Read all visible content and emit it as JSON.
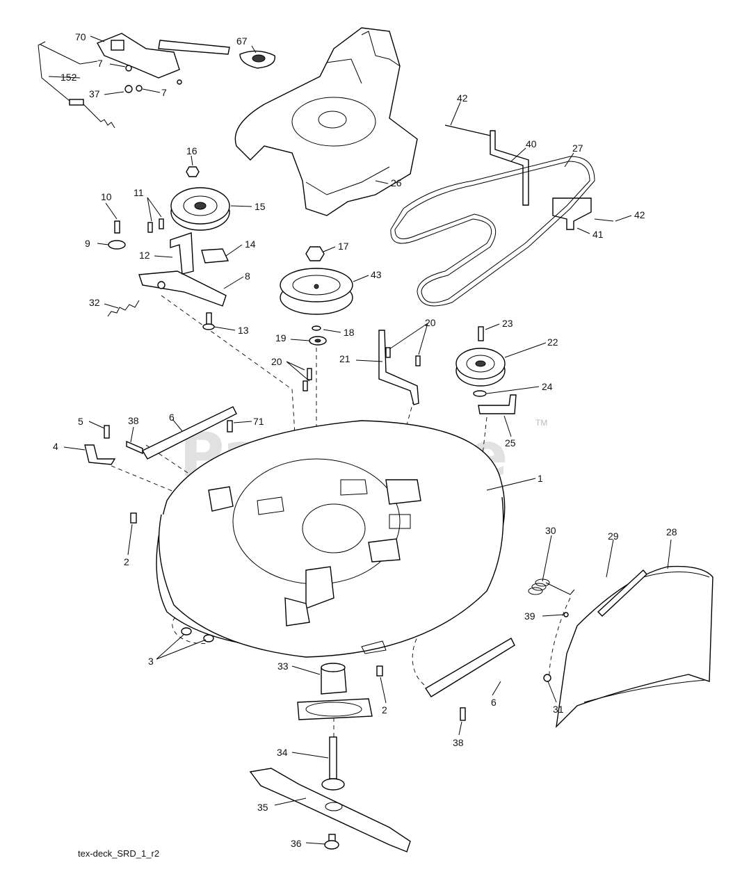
{
  "watermark": {
    "text": "PartsTree",
    "tm": "TM"
  },
  "footer": {
    "drawing_id": "tex-deck_SRD_1_r2"
  },
  "callouts": {
    "c70": "70",
    "c67": "67",
    "c7a": "7",
    "c7b": "7",
    "c152": "152",
    "c37": "37",
    "c42a": "42",
    "c42b": "42",
    "c40": "40",
    "c27": "27",
    "c41": "41",
    "c16": "16",
    "c15": "15",
    "c26": "26",
    "c10": "10",
    "c11": "11",
    "c9": "9",
    "c12": "12",
    "c14": "14",
    "c17": "17",
    "c43": "43",
    "c8": "8",
    "c32": "32",
    "c13": "13",
    "c18": "18",
    "c19": "19",
    "c20a": "20",
    "c20b": "20",
    "c21": "21",
    "c23": "23",
    "c22": "22",
    "c24": "24",
    "c25": "25",
    "c5": "5",
    "c38a": "38",
    "c6a": "6",
    "c71": "71",
    "c4": "4",
    "c1": "1",
    "c2a": "2",
    "c29": "29",
    "c28": "28",
    "c30": "30",
    "c39": "39",
    "c3": "3",
    "c33": "33",
    "c2b": "2",
    "c6b": "6",
    "c31": "31",
    "c38b": "38",
    "c34": "34",
    "c35": "35",
    "c36": "36"
  }
}
